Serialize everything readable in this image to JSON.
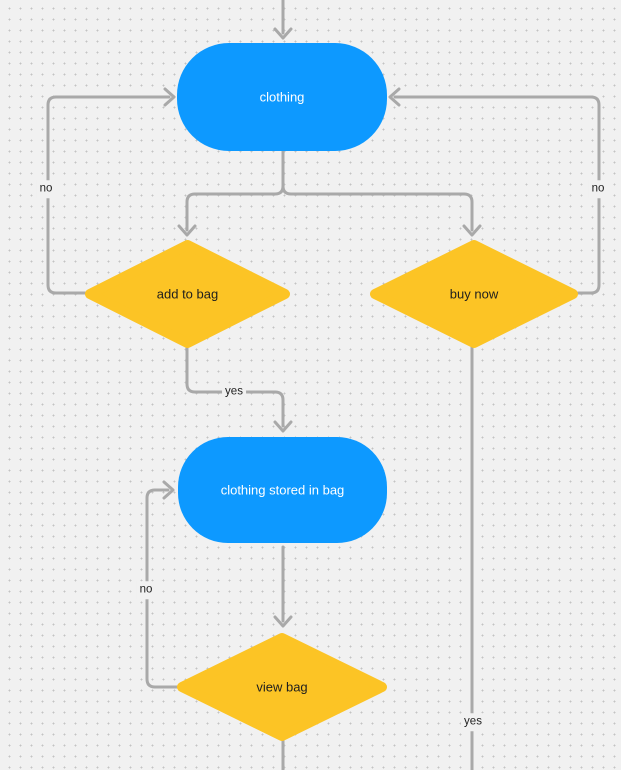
{
  "canvas": {
    "kind": "flowchart",
    "background_color": "#F1F1F1",
    "grid_dot_color": "#C3C3C3",
    "connector_color": "#A9A9A9"
  },
  "colors": {
    "process_blue": "#0D99FF",
    "decision_yellow": "#FCC425",
    "text_on_blue": "#FFFFFF",
    "text_on_yellow": "#1E1E1E"
  },
  "nodes": [
    {
      "id": "clothing",
      "shape": "rounded-rectangle",
      "label": "clothing"
    },
    {
      "id": "add-to-bag",
      "shape": "diamond",
      "label": "add to bag"
    },
    {
      "id": "buy-now",
      "shape": "diamond",
      "label": "buy now"
    },
    {
      "id": "clothing-stored-in-bag",
      "shape": "rounded-rectangle",
      "label": "clothing stored in bag"
    },
    {
      "id": "view-bag",
      "shape": "diamond",
      "label": "view bag"
    }
  ],
  "edge_labels": [
    {
      "id": "no-add-to-bag-to-clothing",
      "text": "no"
    },
    {
      "id": "no-buy-now-to-clothing",
      "text": "no"
    },
    {
      "id": "yes-add-to-bag-to-stored",
      "text": "yes"
    },
    {
      "id": "no-view-bag-to-stored",
      "text": "no"
    },
    {
      "id": "yes-buy-now-down",
      "text": "yes"
    }
  ]
}
